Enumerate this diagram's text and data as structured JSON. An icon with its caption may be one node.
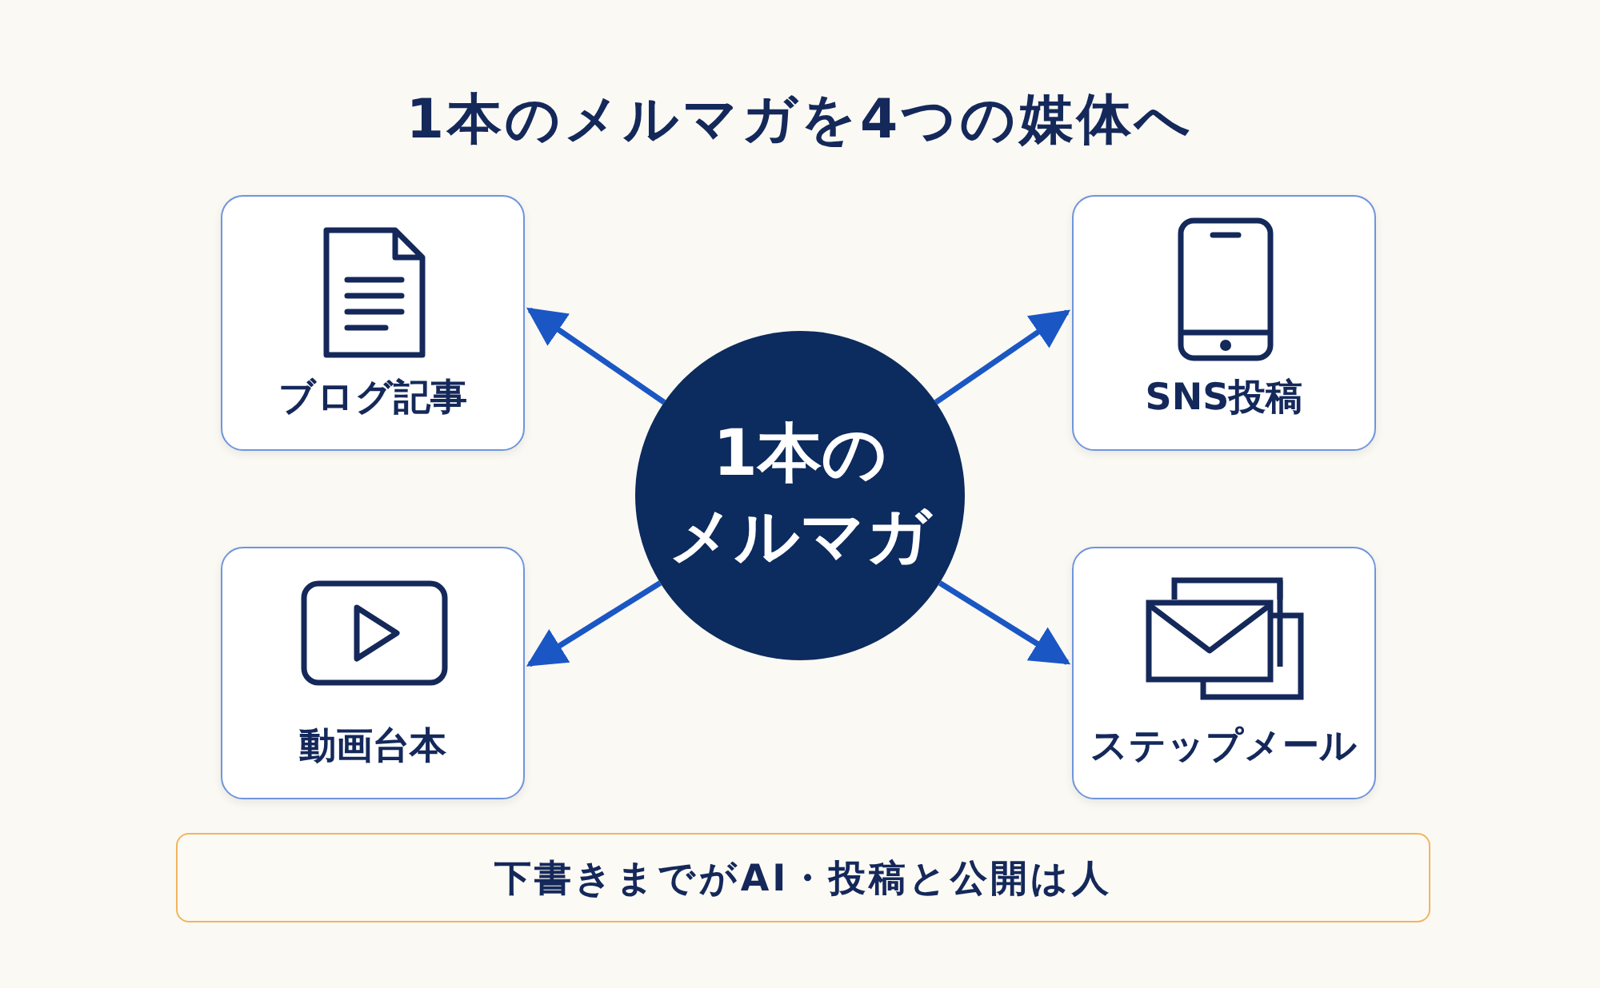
{
  "diagram": {
    "title": "1本のメルマガを4つの媒体へ",
    "nodes": [
      {
        "text": [
          "1本のメルマガ"
        ]
      },
      {
        "text": [
          "ブログ記事"
        ]
      },
      {
        "text": [
          "SNS投稿"
        ]
      },
      {
        "text": [
          "動画台本"
        ]
      },
      {
        "text": [
          "ステップメール"
        ]
      },
      {
        "text": [
          "下書きまでがAI・投稿と公開は人"
        ]
      }
    ],
    "edges": [
      {
        "from": 0,
        "to": 1,
        "arrow": "to"
      },
      {
        "from": 0,
        "to": 2,
        "arrow": "to"
      },
      {
        "from": 0,
        "to": 3,
        "arrow": "to"
      },
      {
        "from": 0,
        "to": 4,
        "arrow": "to"
      }
    ]
  }
}
